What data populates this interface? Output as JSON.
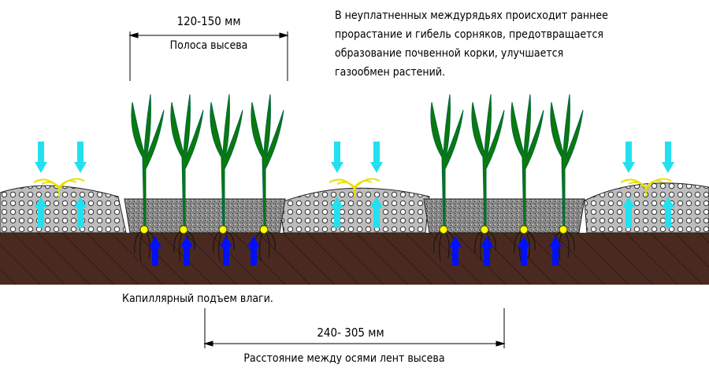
{
  "dimensions": {
    "band_width": "120-150 мм",
    "band_label": "Полоса высева",
    "row_spacing": "240- 305 мм",
    "row_spacing_label": "Расстояние между осями лент высева"
  },
  "note_lines": [
    "В неуплатненных междурядьях происходит раннее",
    "прорастание и гибель сорняков, предотвращается",
    "образование почвенной корки, улучшается",
    "газообмен растений."
  ],
  "capillary_label": "Капиллярный подъем влаги.",
  "colors": {
    "soil": "#4a2a20",
    "ridge": "#c8c8c8",
    "furrow": "#8a8a8a",
    "plant": "#0a7a0a",
    "seed": "#ffff00",
    "air_arrow": "#22e0f0",
    "moisture_arrow": "#0010ff",
    "weed": "#e8e000"
  }
}
